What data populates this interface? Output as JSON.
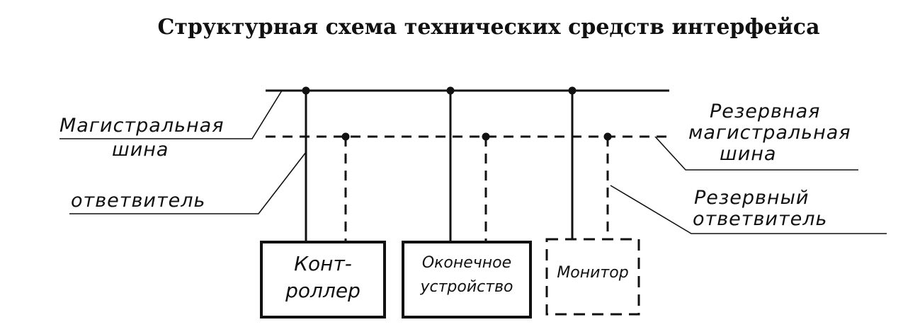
{
  "title": "Структурная схема технических средств интерфейса",
  "labels": {
    "main_bus_1": "Магистральная",
    "main_bus_2": "шина",
    "tap": "ответвитель",
    "reserve_bus_1": "Резервная",
    "reserve_bus_2": "магистральная",
    "reserve_bus_3": "шина",
    "reserve_tap_1": "Резервный",
    "reserve_tap_2": "ответвитель"
  },
  "blocks": {
    "controller_1": "Конт-",
    "controller_2": "роллер",
    "terminal_1": "Оконечное",
    "terminal_2": "устройство",
    "monitor": "Монитор"
  }
}
